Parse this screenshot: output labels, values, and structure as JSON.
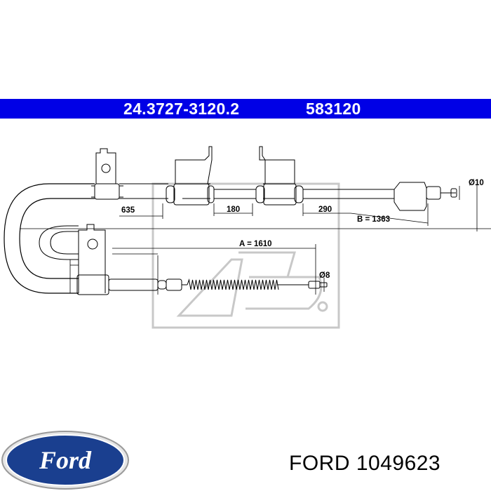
{
  "header": {
    "part_number": "24.3727-3120.2",
    "ref_number": "583120",
    "band_color": "#0000e6"
  },
  "dimensions": {
    "d1": "635",
    "d2": "180",
    "d3": "290",
    "b": "B = 1363",
    "a": "A = 1610",
    "dia_end": "Ø10",
    "dia_spring": "Ø8"
  },
  "logo": {
    "brand_text": "Ford",
    "oval_color": "#1a3f8f"
  },
  "footer": {
    "label": "FORD 1049623"
  }
}
